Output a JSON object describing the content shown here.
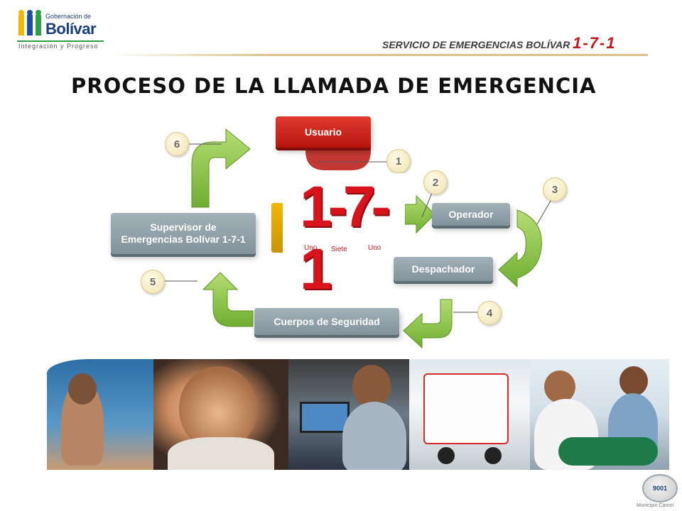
{
  "header": {
    "logo_small": "Gobernación de",
    "logo_big": "Bolívar",
    "logo_tagline": "Integración y Progreso",
    "service_title": "SERVICIO DE EMERGENCIAS BOLÍVAR",
    "service_code": "1-7-1"
  },
  "page_title": "Proceso de la llamada de emergencia",
  "diagram": {
    "steps": [
      {
        "number": "1",
        "label": "Usuario"
      },
      {
        "number": "2",
        "label": "Operador"
      },
      {
        "number": "3",
        "label": "Despachador"
      },
      {
        "number": "4",
        "label": "Cuerpos de Seguridad"
      },
      {
        "number": "5",
        "label": "Supervisor de Emergencias Bolívar 1-7-1"
      },
      {
        "number": "6",
        "label": "Usuario"
      }
    ],
    "nodes": {
      "usuario": "Usuario",
      "operador": "Operador",
      "despachador": "Despachador",
      "cuerpos": "Cuerpos de Seguridad",
      "supervisor_line1": "Supervisor de",
      "supervisor_line2": "Emergencias Bolívar 1-7-1"
    },
    "numbers": [
      "1",
      "2",
      "3",
      "4",
      "5",
      "6"
    ],
    "badge": {
      "digits": "1-7-1",
      "word1": "Uno",
      "word2": "Siete",
      "word3": "Uno"
    }
  },
  "footer": {
    "seal_text": "9001",
    "seal_caption": "Municipio Caroní"
  },
  "colors": {
    "accent_red": "#d8131b",
    "node_grey": "#8c9ca5",
    "arrow_green": "#8cc63f",
    "brand_blue": "#1b3f7a"
  }
}
